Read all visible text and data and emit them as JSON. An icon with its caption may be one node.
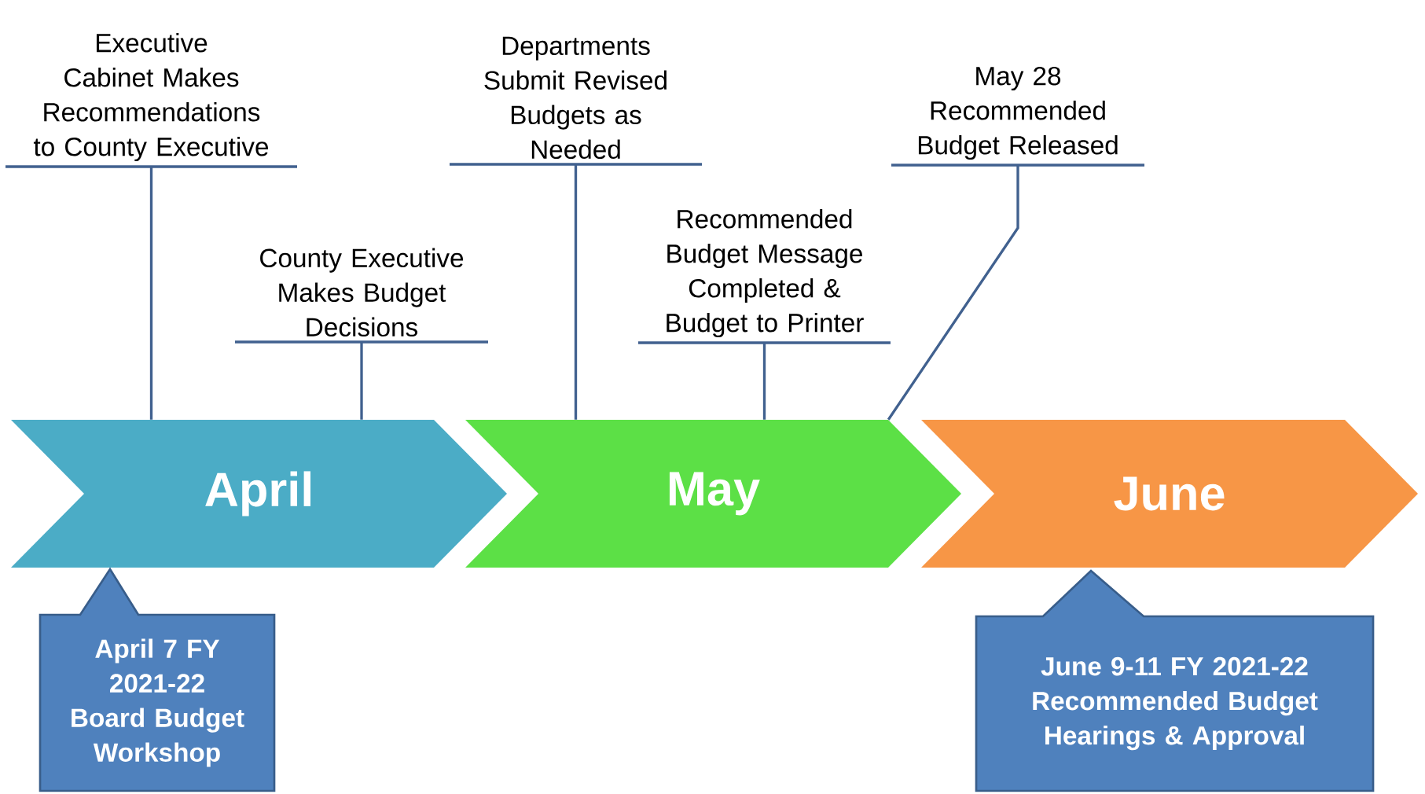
{
  "diagram": {
    "nodes": [
      {
        "text": [
          "April"
        ]
      },
      {
        "text": [
          "May"
        ]
      },
      {
        "text": [
          "June"
        ]
      },
      {
        "text": [
          "Executive Cabinet Makes Recommendations to County Executive"
        ]
      },
      {
        "text": [
          "County Executive Makes Budget Decisions"
        ]
      },
      {
        "text": [
          "Departments Submit Revised Budgets as Needed"
        ]
      },
      {
        "text": [
          "Recommended Budget Message Completed & Budget to Printer"
        ]
      },
      {
        "text": [
          "May 28 Recommended Budget Released"
        ]
      },
      {
        "text": [
          "April 7 FY 2021-22 Board Budget Workshop"
        ]
      },
      {
        "text": [
          "June 9-11 FY 2021-22 Recommended Budget Hearings  & Approval"
        ]
      }
    ],
    "edges": [
      {
        "from": 3,
        "to": 0,
        "arrow": "none"
      },
      {
        "from": 4,
        "to": 0,
        "arrow": "none"
      },
      {
        "from": 5,
        "to": 1,
        "arrow": "none"
      },
      {
        "from": 6,
        "to": 1,
        "arrow": "none"
      },
      {
        "from": 7,
        "to": 1,
        "arrow": "none"
      }
    ]
  }
}
